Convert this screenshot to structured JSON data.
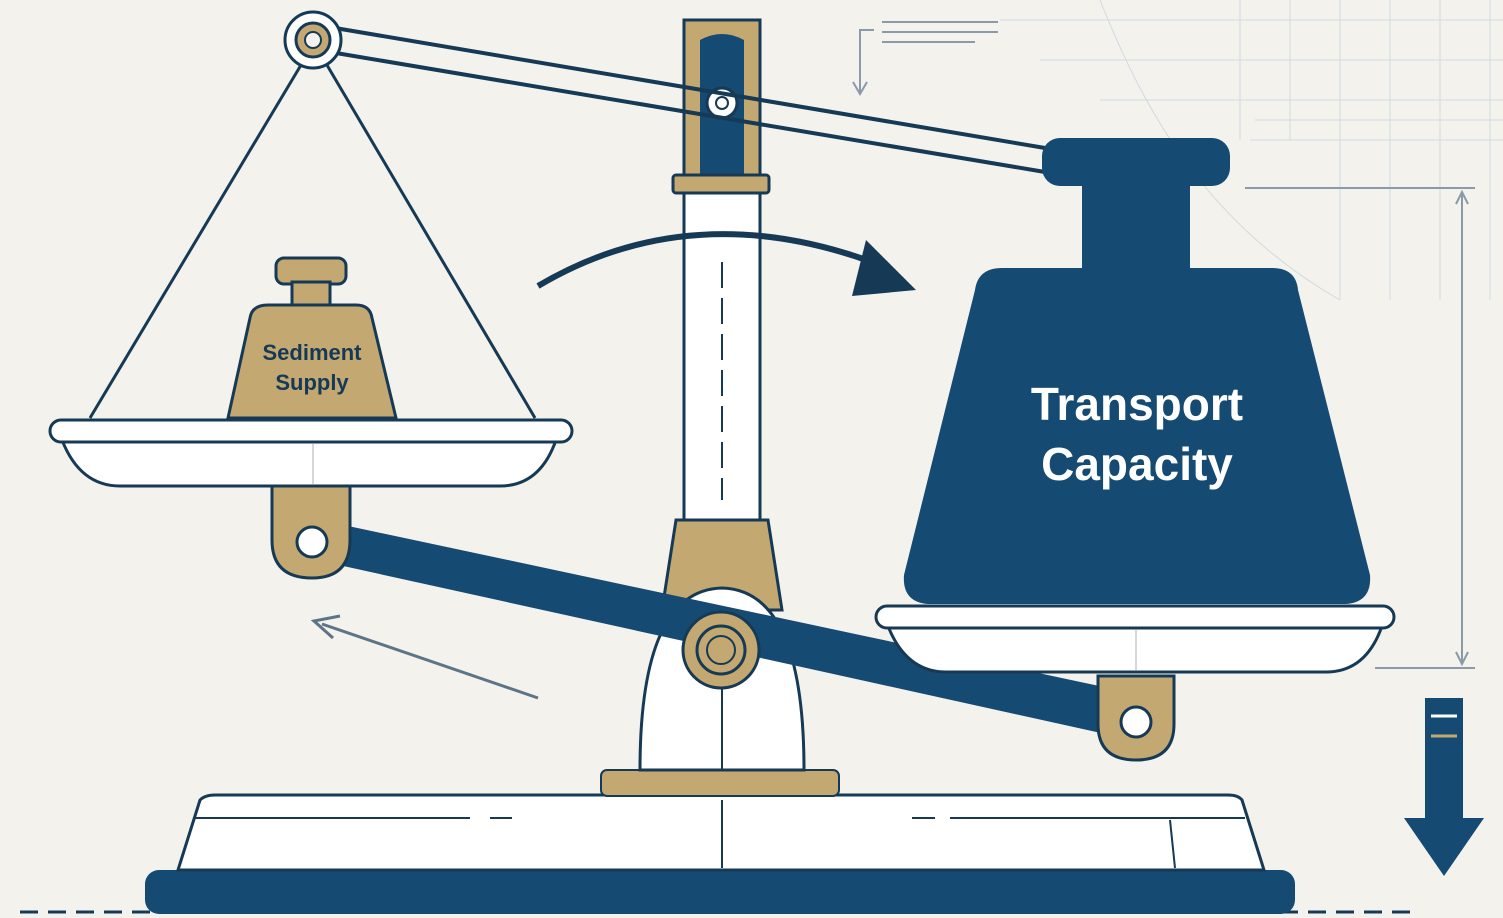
{
  "diagram": {
    "left_weight": {
      "line1": "Sediment",
      "line2": "Supply"
    },
    "right_weight": {
      "line1": "Transport",
      "line2": "Capacity"
    }
  },
  "colors": {
    "background": "#f3f2ed",
    "navy": "#154a72",
    "gold": "#c3a872",
    "outline": "#163a55",
    "white": "#ffffff",
    "grid": "#c9d3dc",
    "guide": "#8a9aa8"
  }
}
